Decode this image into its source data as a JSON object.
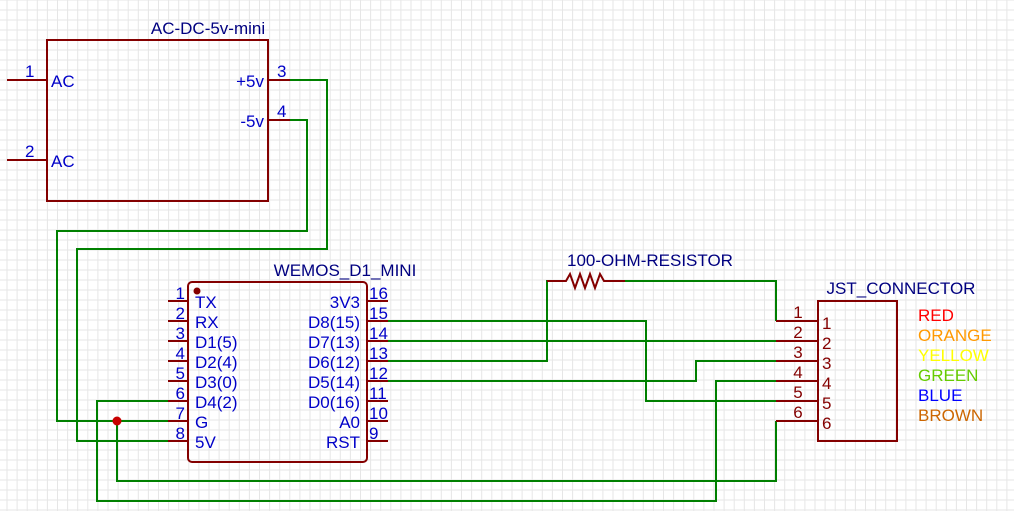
{
  "power_module": {
    "title": "AC-DC-5v-mini",
    "pins": [
      {
        "num": "1",
        "label": "AC"
      },
      {
        "num": "2",
        "label": "AC"
      },
      {
        "num": "3",
        "label": "+5v"
      },
      {
        "num": "4",
        "label": "-5v"
      }
    ]
  },
  "wemos": {
    "title": "WEMOS_D1_MINI",
    "left_pins": [
      {
        "num": "1",
        "label": "TX"
      },
      {
        "num": "2",
        "label": "RX"
      },
      {
        "num": "3",
        "label": "D1(5)"
      },
      {
        "num": "4",
        "label": "D2(4)"
      },
      {
        "num": "5",
        "label": "D3(0)"
      },
      {
        "num": "6",
        "label": "D4(2)"
      },
      {
        "num": "7",
        "label": "G"
      },
      {
        "num": "8",
        "label": "5V"
      }
    ],
    "right_pins": [
      {
        "num": "16",
        "label": "3V3"
      },
      {
        "num": "15",
        "label": "D8(15)"
      },
      {
        "num": "14",
        "label": "D7(13)"
      },
      {
        "num": "13",
        "label": "D6(12)"
      },
      {
        "num": "12",
        "label": "D5(14)"
      },
      {
        "num": "11",
        "label": "D0(16)"
      },
      {
        "num": "10",
        "label": "A0"
      },
      {
        "num": "9",
        "label": "RST"
      }
    ]
  },
  "resistor": {
    "title": "100-OHM-RESISTOR"
  },
  "jst": {
    "title": "JST_CONNECTOR",
    "pins": [
      "1",
      "2",
      "3",
      "4",
      "5",
      "6"
    ]
  },
  "wire_colors": [
    {
      "label": "RED",
      "color": "#ff0000"
    },
    {
      "label": "ORANGE",
      "color": "#ff9900"
    },
    {
      "label": "YELLOW",
      "color": "#ffff00"
    },
    {
      "label": "GREEN",
      "color": "#66cc00"
    },
    {
      "label": "BLUE",
      "color": "#0000ff"
    },
    {
      "label": "BROWN",
      "color": "#cc6600"
    }
  ]
}
